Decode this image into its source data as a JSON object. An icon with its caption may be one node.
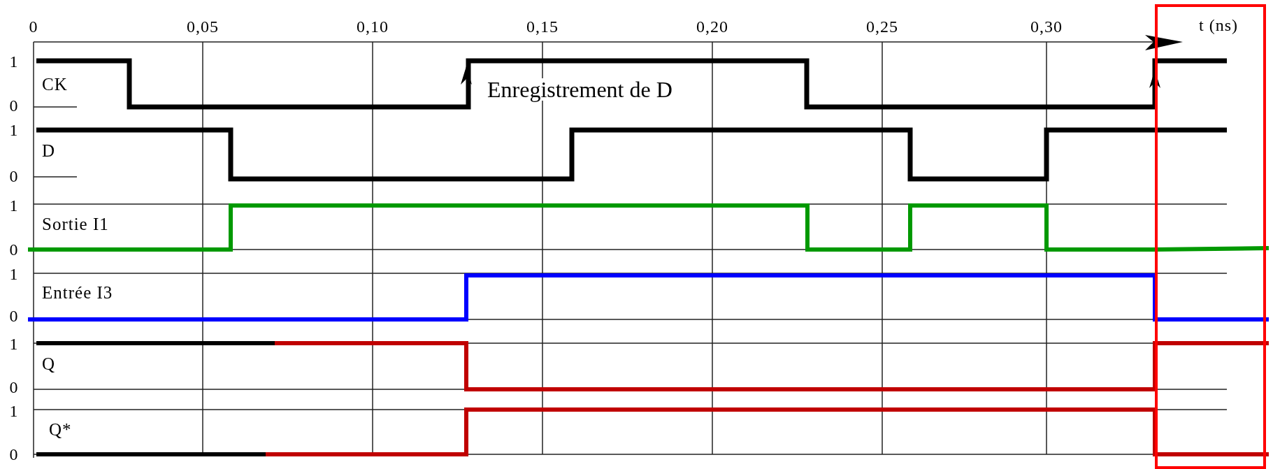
{
  "diagram": {
    "labels": [
      "0",
      "0,05",
      "0,10",
      "0,15",
      "0,20",
      "0,25",
      "0,30",
      "t (ns)",
      "1",
      "CK",
      "Enregistrement de D",
      "0",
      "1",
      "D",
      "0",
      "1",
      "Sortie I1",
      "0",
      "1",
      "Entrée I3",
      "0",
      "1",
      "Q",
      "0",
      "1",
      "Q*",
      "0"
    ]
  }
}
